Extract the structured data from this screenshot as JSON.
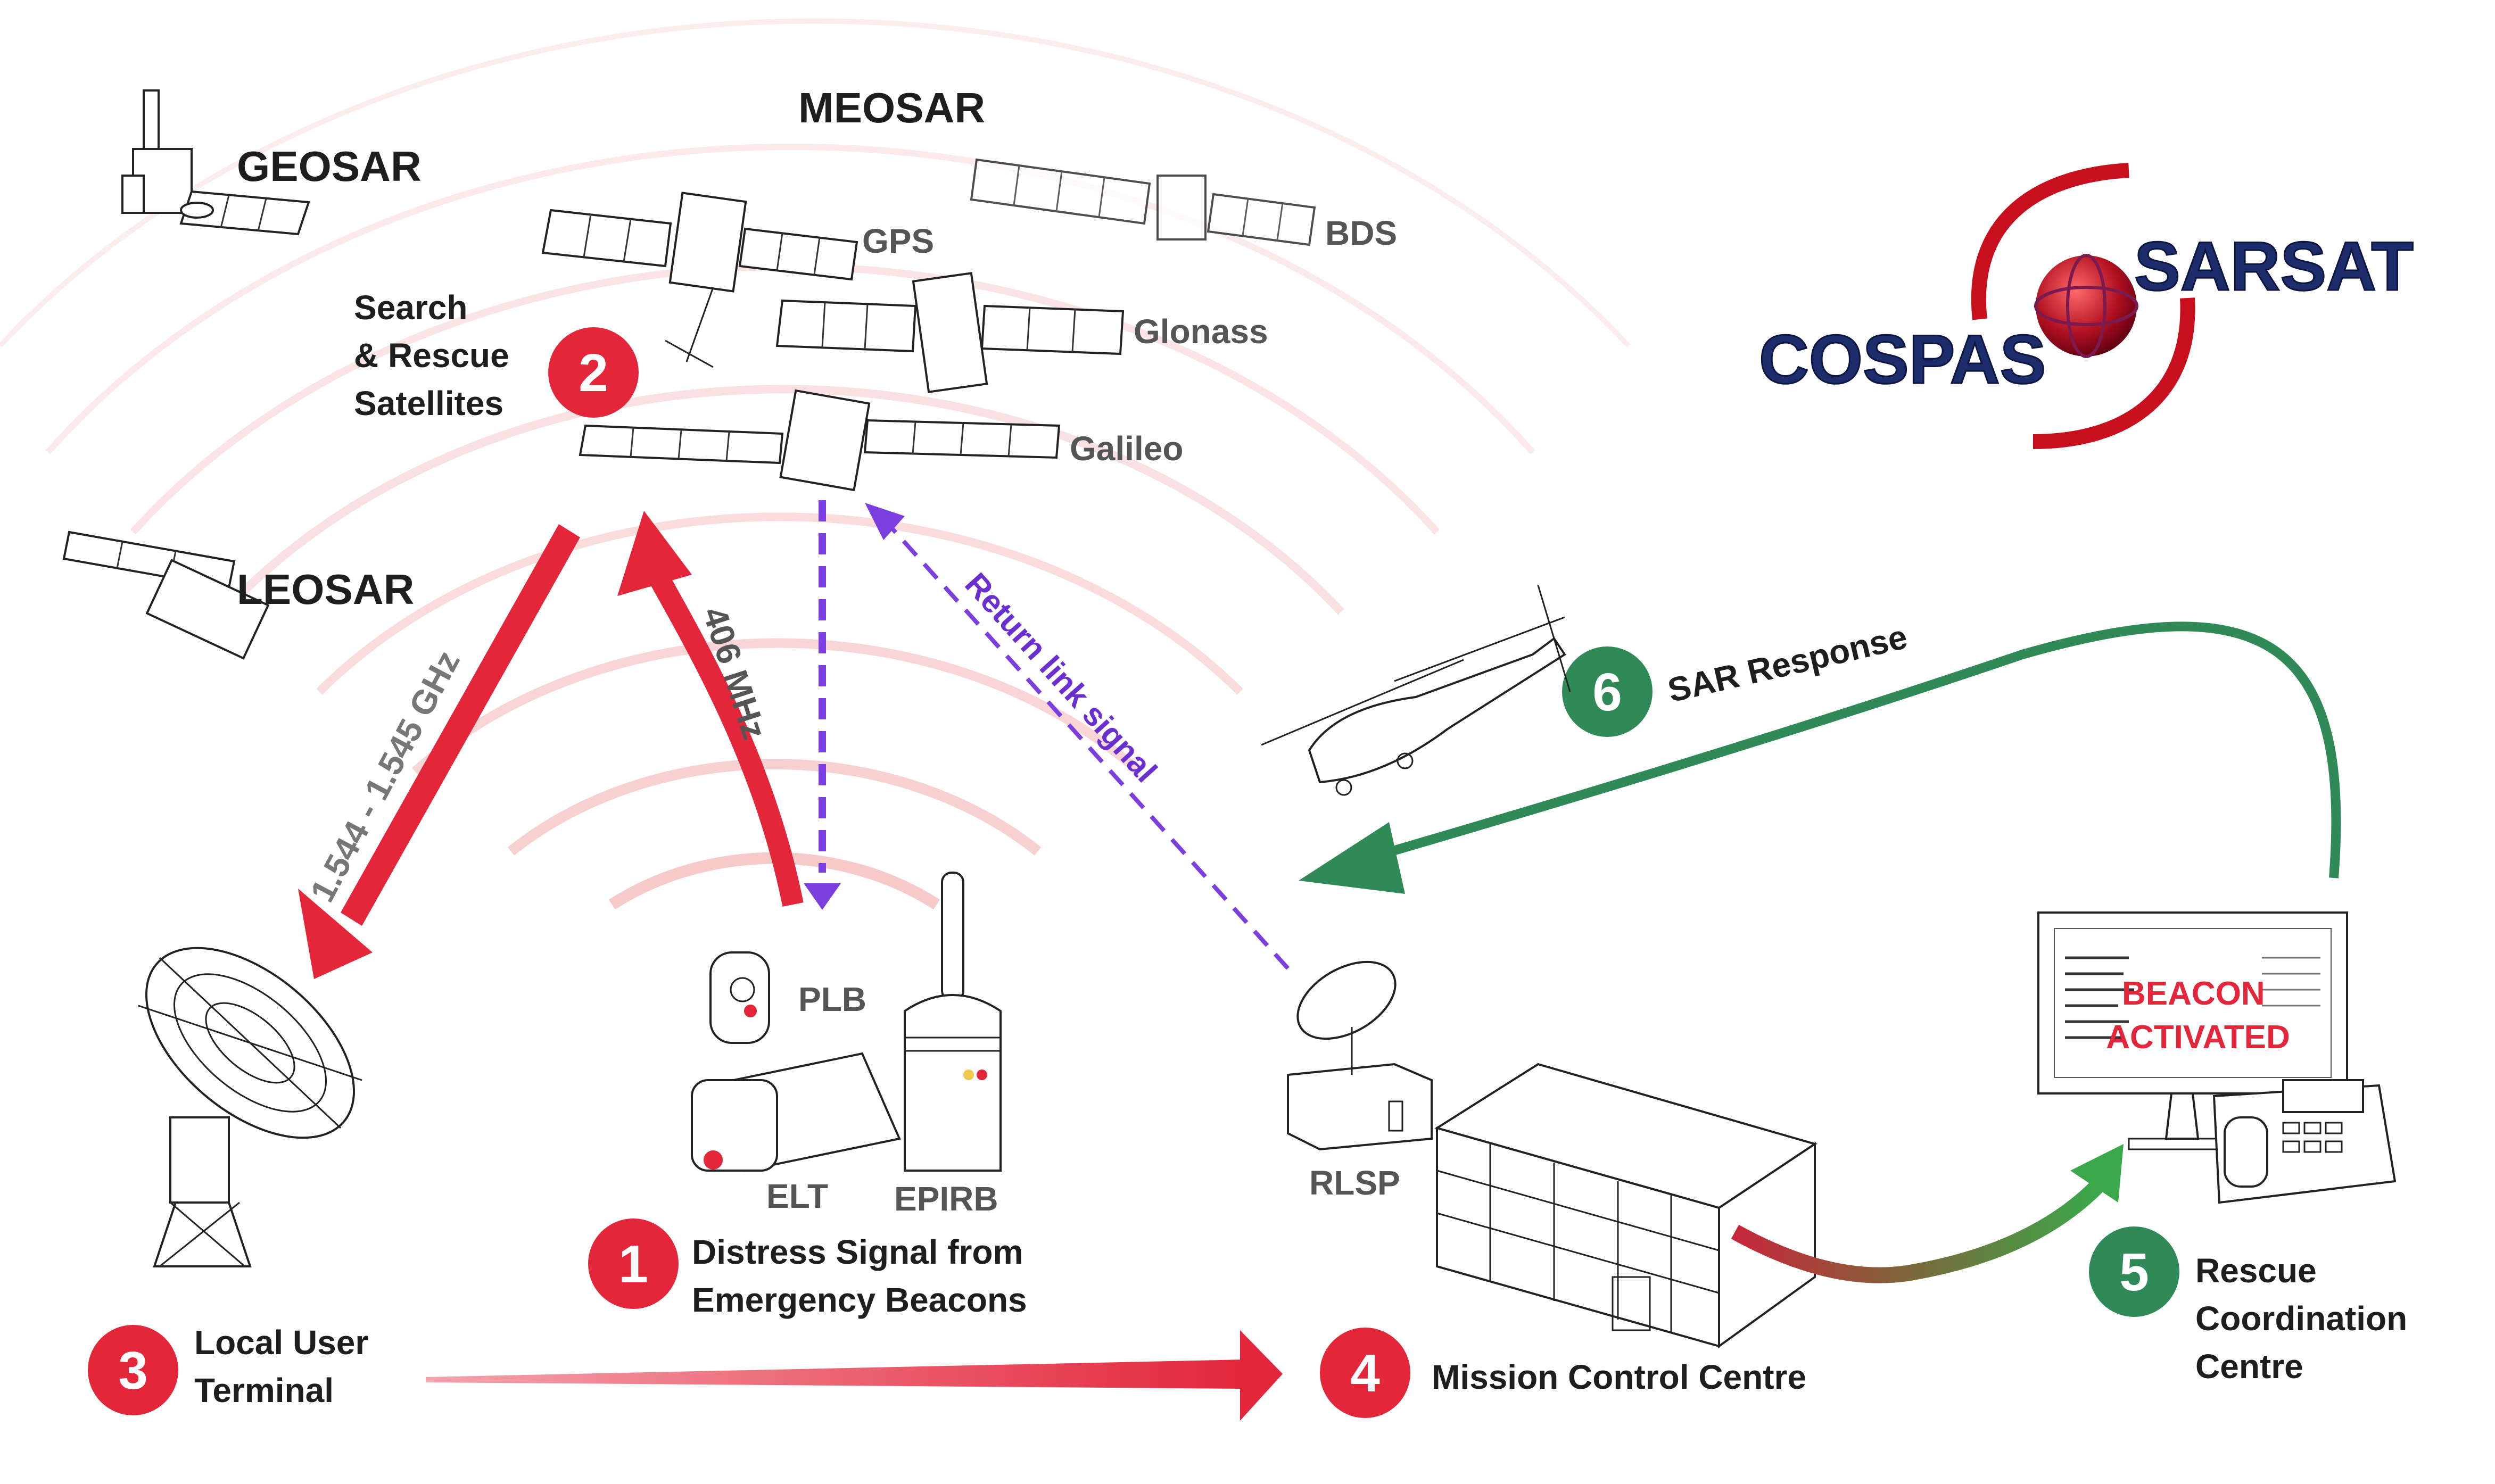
{
  "labels": {
    "geosar": "GEOSAR",
    "meosar": "MEOSAR",
    "leosar": "LEOSAR",
    "gps": "GPS",
    "bds": "BDS",
    "glonass": "Glonass",
    "galileo": "Galileo",
    "plb": "PLB",
    "elt": "ELT",
    "epirb": "EPIRB",
    "rlsp": "RLSP"
  },
  "links": {
    "downlink_freq": "1.544 - 1.545 GHz",
    "uplink_freq": "406 MHz",
    "return_link": "Return link signal",
    "sar_response": "SAR Response"
  },
  "steps": [
    {
      "number": "1",
      "line1": "Distress Signal from",
      "line2": "Emergency Beacons"
    },
    {
      "number": "2",
      "line1": "Search",
      "line2": "& Rescue",
      "line3": "Satellites"
    },
    {
      "number": "3",
      "line1": "Local User",
      "line2": "Terminal"
    },
    {
      "number": "4",
      "line1": "Mission Control Centre"
    },
    {
      "number": "5",
      "line1": "Rescue",
      "line2": "Coordination",
      "line3": "Centre"
    },
    {
      "number": "6",
      "line1": "SAR Response"
    }
  ],
  "screen": {
    "line1": "BEACON",
    "line2": "ACTIVATED"
  },
  "logo": {
    "left": "COSPAS",
    "right": "SARSAT"
  },
  "colors": {
    "red": "#e3263a",
    "green": "#2f8a57",
    "purple": "#7b3fe0",
    "navy": "#1d2c6b",
    "arc": "#f6c4c4"
  }
}
